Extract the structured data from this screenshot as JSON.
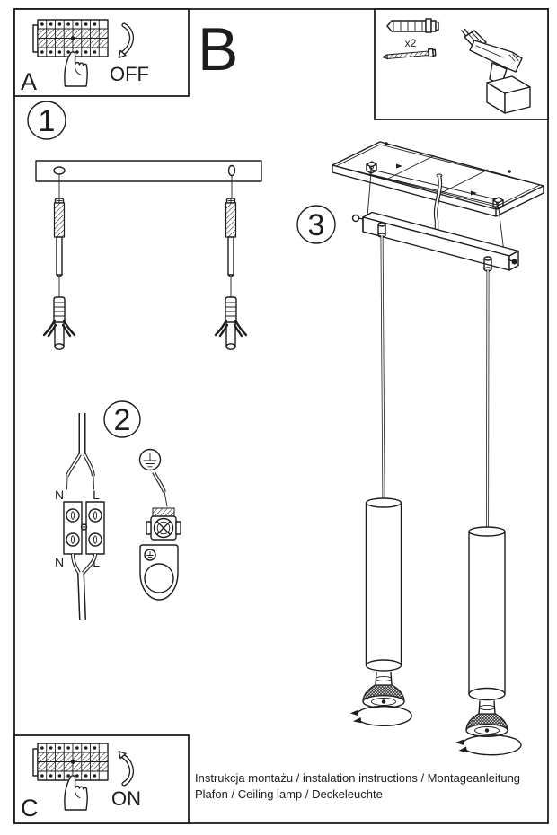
{
  "sections": {
    "a": "A",
    "b": "B",
    "c": "C"
  },
  "steps": {
    "s1": "1",
    "s2": "2",
    "s3": "3"
  },
  "switch": {
    "off": "OFF",
    "on": "ON"
  },
  "tools": {
    "plug_count": "x2"
  },
  "wiring": {
    "n_in": "N",
    "l_in": "L",
    "n_out": "N",
    "l_out": "L"
  },
  "footer": {
    "line1": "Instrukcja montażu / instalation instructions / Montageanleitung",
    "line2": "Plafon / Ceiling lamp / Deckeleuchte"
  },
  "colors": {
    "ink": "#1d1d1b",
    "paper": "#ffffff"
  }
}
